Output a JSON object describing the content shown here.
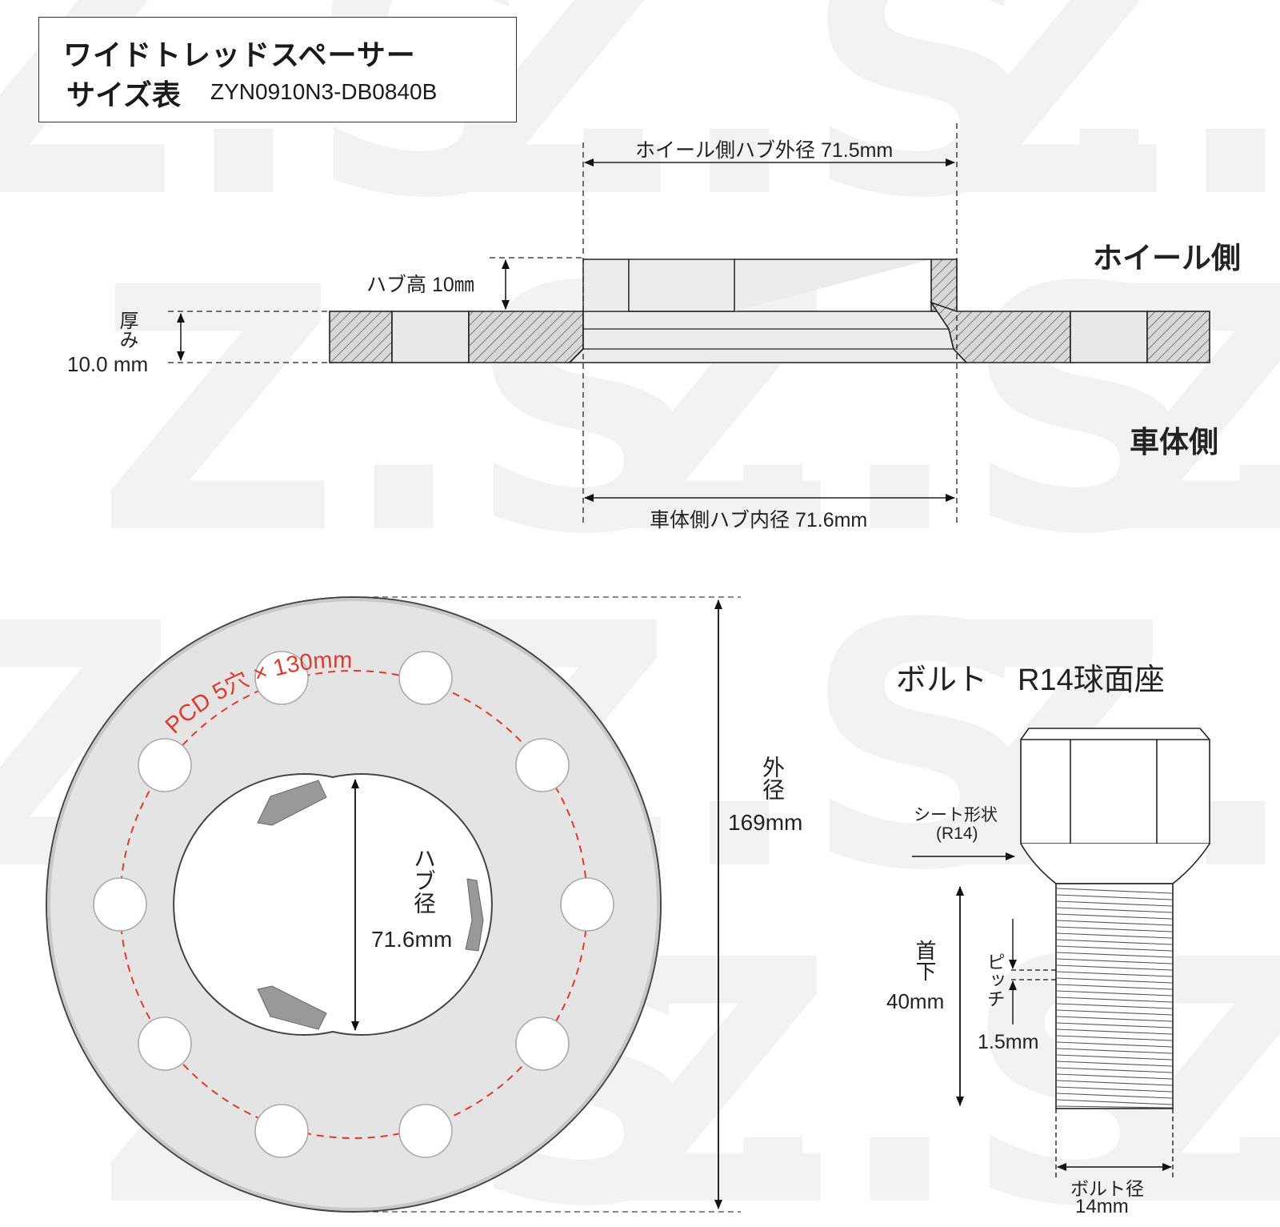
{
  "title": {
    "line1": "ワイドトレッドスペーサー",
    "line2": "サイズ表",
    "model": "ZYN0910N3-DB0840B"
  },
  "side_view": {
    "wheel_hub_outer": "ホイール側ハブ外径 71.5mm",
    "hub_height": "ハブ高 10㎜",
    "thickness_label": "厚み",
    "thickness_value": "10.0 mm",
    "wheel_side": "ホイール側",
    "body_side": "車体側",
    "body_hub_inner": "車体側ハブ内径 71.6mm"
  },
  "front_view": {
    "pcd": "PCD 5穴 × 130mm",
    "hub_label": "ハブ径",
    "hub_value": "71.6mm",
    "outer_label": "外径",
    "outer_value": "169mm"
  },
  "bolt": {
    "title": "ボルト　R14球面座",
    "seat_label": "シート形状",
    "seat_value": "(R14)",
    "neck_label": "首下",
    "neck_value": "40mm",
    "pitch_label": "ピッチ",
    "pitch_value": "1.5mm",
    "dia_label": "ボルト径",
    "dia_value": "14mm"
  },
  "watermark": "Z.S.",
  "colors": {
    "pcd": "#e03a2e",
    "line": "#1a1a1a",
    "disc": "#e6e6e6"
  }
}
